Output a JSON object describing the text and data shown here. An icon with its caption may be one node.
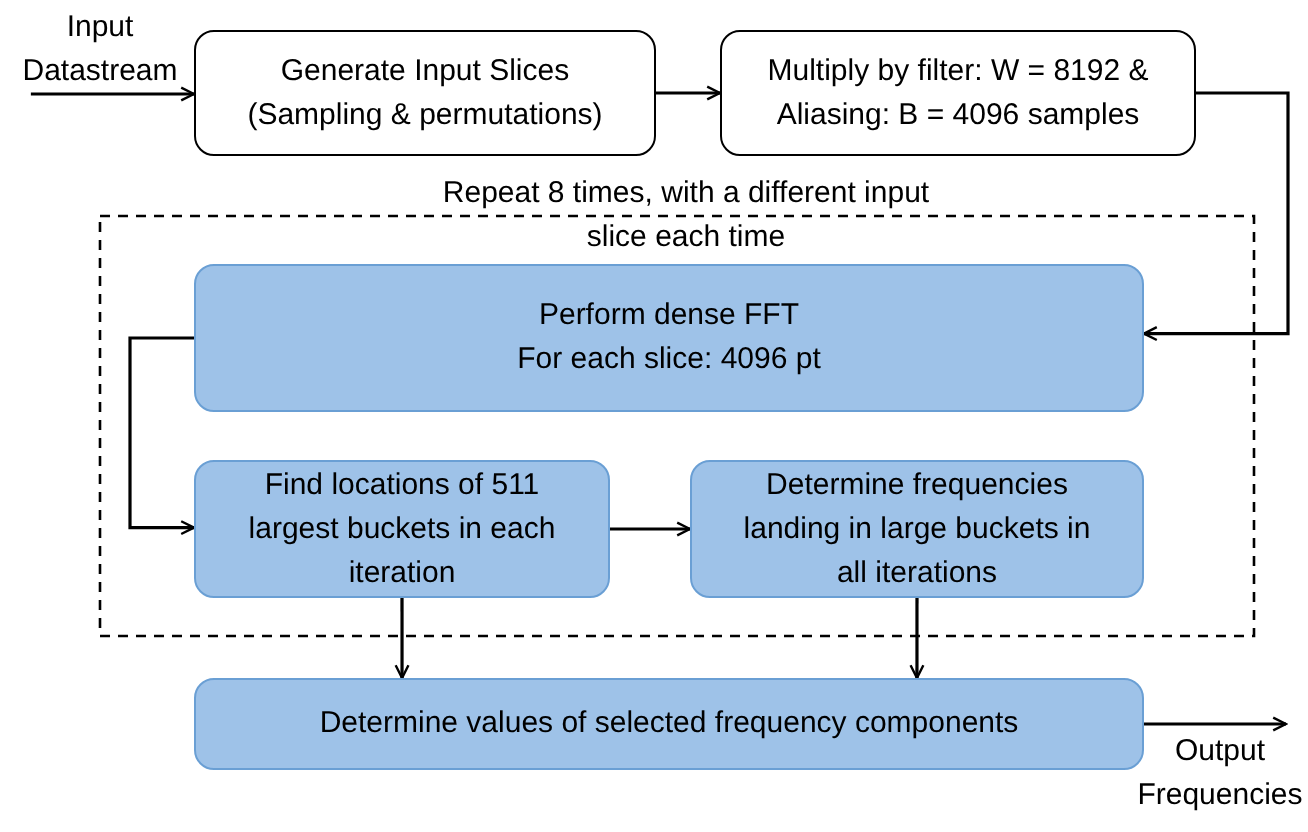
{
  "diagram": {
    "nodes": [
      {
        "text": [
          "Input Datastream"
        ]
      },
      {
        "text": [
          "Generate Input Slices (Sampling & permutations)"
        ]
      },
      {
        "text": [
          "Multiply by filter: W = 8192 & Aliasing: B = 4096 samples"
        ]
      },
      {
        "text": [
          "Repeat 8 times, with a different input slice each time"
        ]
      },
      {
        "text": [
          "Perform dense FFT",
          "For each slice: 4096 pt"
        ],
        "in": 3
      },
      {
        "text": [
          "Find locations of 511 largest buckets in each iteration"
        ],
        "in": 3
      },
      {
        "text": [
          "Determine frequencies landing in large buckets in all iterations"
        ],
        "in": 3
      },
      {
        "text": [
          "Determine values of selected frequency components"
        ]
      },
      {
        "text": [
          "Output Frequencies"
        ]
      }
    ],
    "edges": [
      {
        "from": 0,
        "to": 1,
        "arrow": "to"
      },
      {
        "from": 1,
        "to": 2,
        "arrow": "to"
      },
      {
        "from": 2,
        "to": 4,
        "arrow": "to"
      },
      {
        "from": 4,
        "to": 5,
        "arrow": "to"
      },
      {
        "from": 5,
        "to": 6,
        "arrow": "to"
      },
      {
        "from": 5,
        "to": 7,
        "arrow": "to"
      },
      {
        "from": 6,
        "to": 7,
        "arrow": "to"
      },
      {
        "from": 7,
        "to": 8,
        "arrow": "to"
      }
    ]
  }
}
